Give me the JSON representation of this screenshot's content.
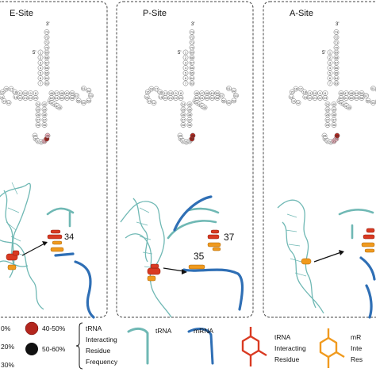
{
  "panels": [
    {
      "id": "e",
      "title": "E-Site",
      "label_primary": "34",
      "label_secondary": ""
    },
    {
      "id": "p",
      "title": "P-Site",
      "label_primary": "37",
      "label_secondary": "35"
    },
    {
      "id": "a",
      "title": "A-Site",
      "label_primary": "",
      "label_secondary": ""
    }
  ],
  "trna_end_labels": {
    "three_prime": "3'",
    "five_prime": "5'"
  },
  "legend": {
    "freq_low_1": "0%",
    "freq_low_2": "20%",
    "freq_low_3": "30%",
    "freq_mid": "40-50%",
    "freq_high": "50-60%",
    "freq_caption": [
      "tRNA",
      "Interacting",
      "Residue",
      "Frequency"
    ],
    "trna_label": "tRNA",
    "mrna_label": "mRNA",
    "residue_caption": [
      "tRNA",
      "Interacting",
      "Residue"
    ],
    "mrna_residue_caption": [
      "mR",
      "Inte",
      "Res"
    ]
  },
  "colors": {
    "trna_backbone": "#6fb8b4",
    "mrna_backbone": "#2f6fb5",
    "trna_residue": "#d93a22",
    "mrna_residue": "#f09a1e",
    "freq_40_50": "#b3261e",
    "freq_50_60": "#111111",
    "freq_low": "#f2b8c2",
    "panel_border": "#444444"
  }
}
